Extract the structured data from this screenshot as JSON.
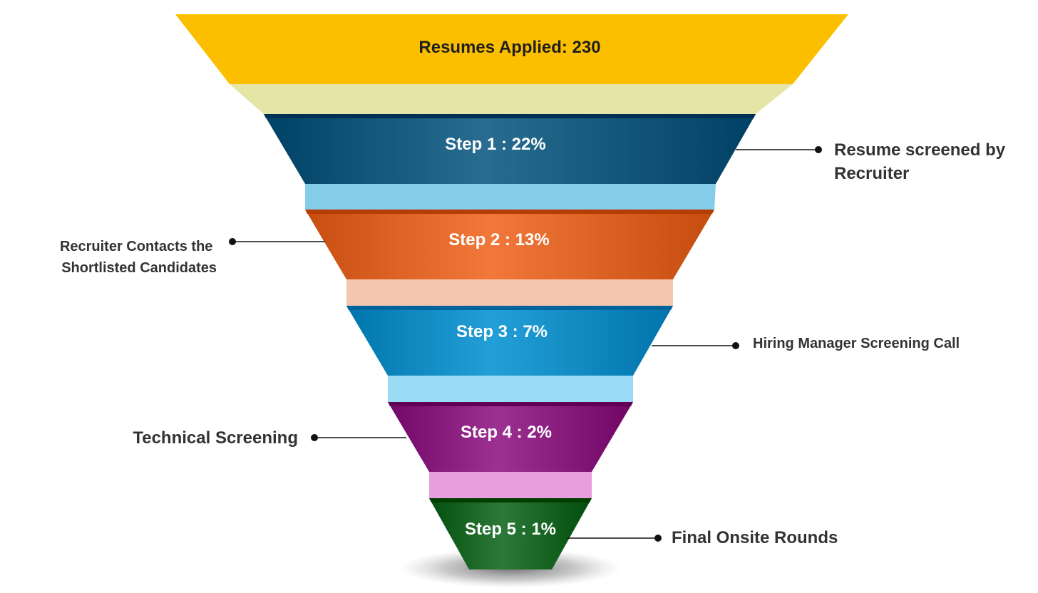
{
  "funnel": {
    "top": {
      "label": "Resumes Applied: 230",
      "color": "#FCBF00",
      "connector_color": "#E5E5A6"
    },
    "stages": [
      {
        "label": "Step 1 : 22%",
        "percent": 22,
        "color": "#1A5E82",
        "connector_color": "#84CDEA",
        "callout": {
          "lines": [
            "Resume screened by",
            "Recruiter"
          ],
          "side": "right"
        }
      },
      {
        "label": "Step 2 : 13%",
        "percent": 13,
        "color": "#E36A2C",
        "connector_color": "#F3C7AF",
        "callout": {
          "lines": [
            "Recruiter Contacts the",
            "Shortlisted Candidates"
          ],
          "side": "left"
        }
      },
      {
        "label": "Step 3 : 7%",
        "percent": 7,
        "color": "#1591C9",
        "connector_color": "#9ADCF6",
        "callout": {
          "lines": [
            "Hiring Manager Screening Call"
          ],
          "side": "right"
        }
      },
      {
        "label": "Step 4 : 2%",
        "percent": 2,
        "color": "#8E2384",
        "connector_color": "#E79EDC",
        "callout": {
          "lines": [
            "Technical Screening"
          ],
          "side": "left"
        }
      },
      {
        "label": "Step 5 : 1%",
        "percent": 1,
        "color": "#1E6B2A",
        "connector_color": "",
        "callout": {
          "lines": [
            "Final Onsite Rounds"
          ],
          "side": "right"
        }
      }
    ]
  }
}
